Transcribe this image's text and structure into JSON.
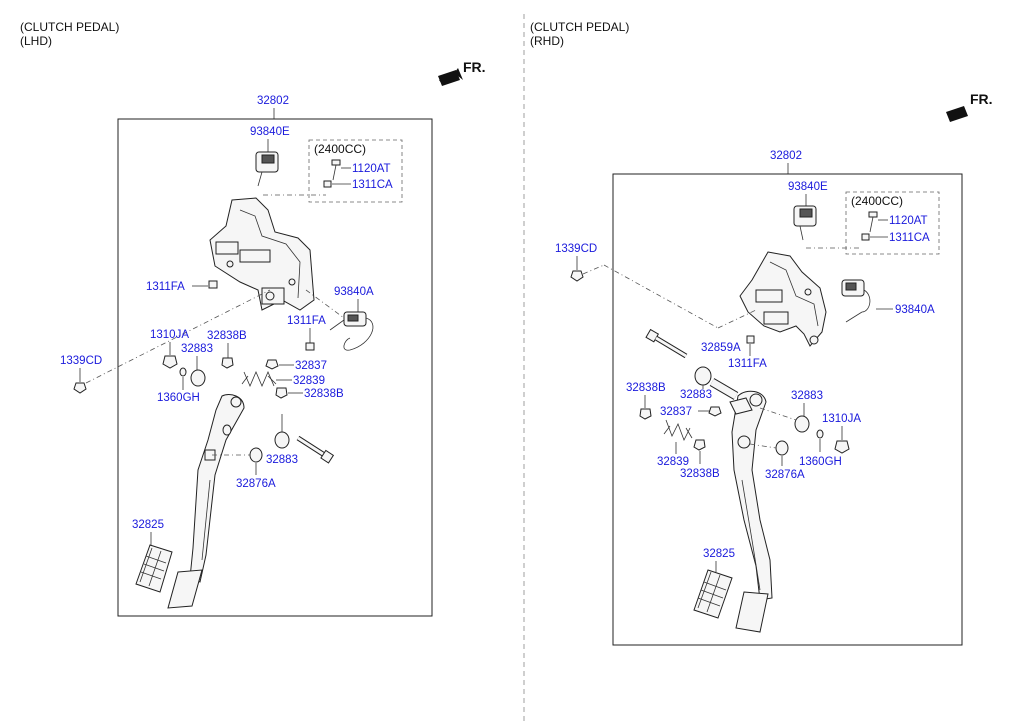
{
  "left": {
    "header_line1": "(CLUTCH PEDAL)",
    "header_line2": "(LHD)",
    "fr": "FR.",
    "assembly": "32802",
    "option": "(2400CC)",
    "labels": {
      "p93840E": "93840E",
      "p1120AT": "1120AT",
      "p1311CA": "1311CA",
      "p1311FA_a": "1311FA",
      "p93840A": "93840A",
      "p1311FA_b": "1311FA",
      "p1310JA": "1310JA",
      "p32838B_a": "32838B",
      "p32883_a": "32883",
      "p32837": "32837",
      "p1339CD": "1339CD",
      "p32839": "32839",
      "p1360GH": "1360GH",
      "p32838B_b": "32838B",
      "p32883_b": "32883",
      "p32876A": "32876A",
      "p32825": "32825"
    }
  },
  "right": {
    "header_line1": "(CLUTCH PEDAL)",
    "header_line2": "(RHD)",
    "fr": "FR.",
    "assembly": "32802",
    "option": "(2400CC)",
    "labels": {
      "p93840E": "93840E",
      "p1120AT": "1120AT",
      "p1311CA": "1311CA",
      "p1339CD": "1339CD",
      "p93840A": "93840A",
      "p32859A": "32859A",
      "p1311FA": "1311FA",
      "p32838B_a": "32838B",
      "p32883_a": "32883",
      "p32883_b": "32883",
      "p32837": "32837",
      "p1310JA": "1310JA",
      "p1360GH": "1360GH",
      "p32839": "32839",
      "p32838B_b": "32838B",
      "p32876A": "32876A",
      "p32825": "32825"
    }
  }
}
